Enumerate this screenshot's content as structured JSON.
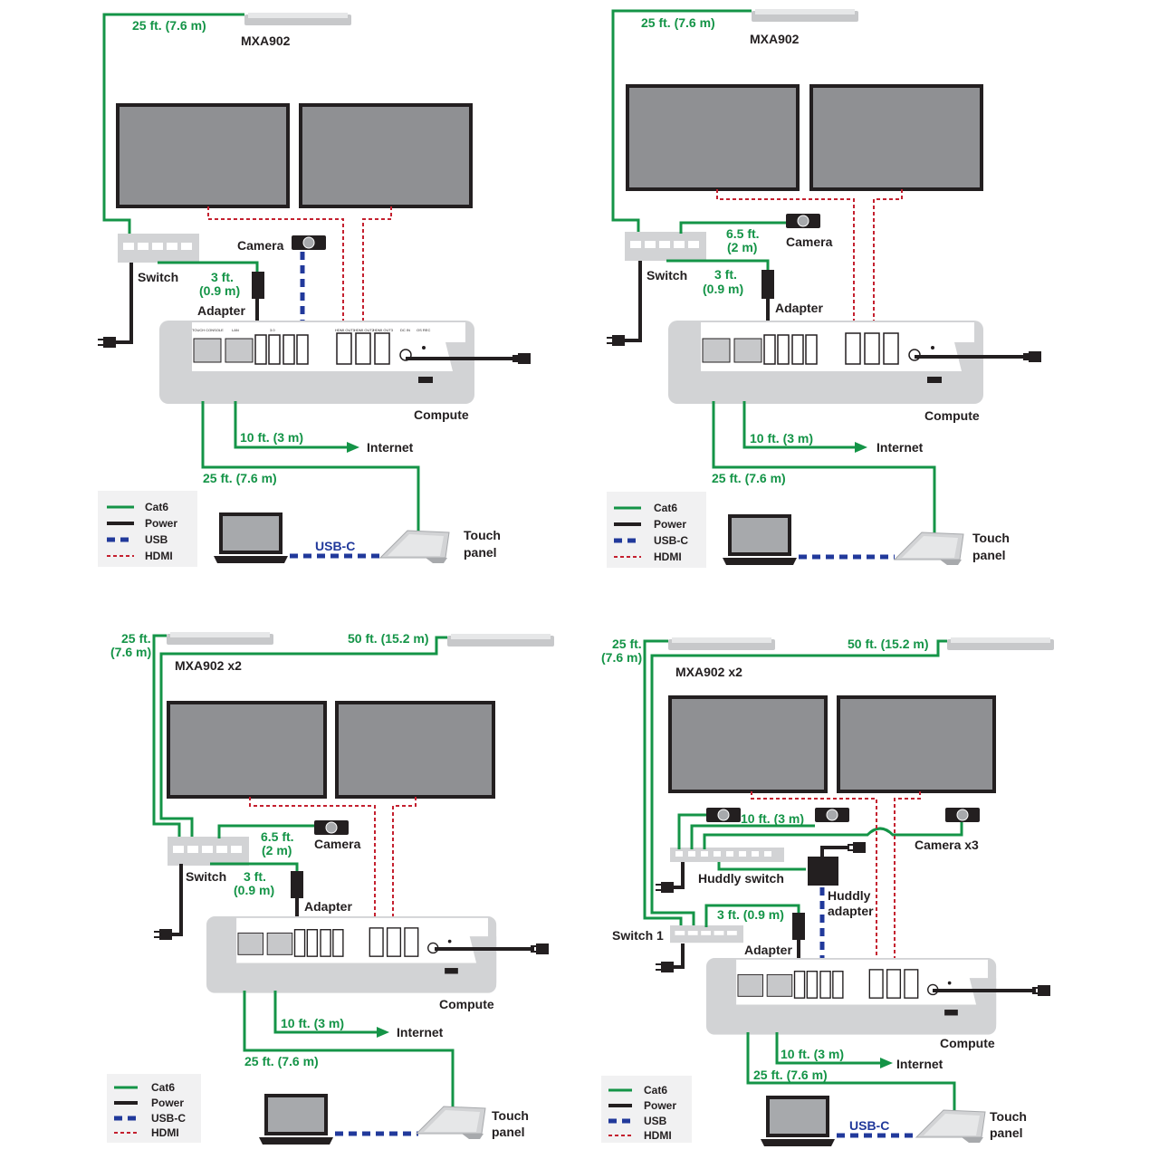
{
  "colors": {
    "cat6": "#149447",
    "power": "#231f20",
    "usb": "#21399b",
    "hdmi": "#c4202f",
    "device": "#d2d3d5",
    "screen": "#8f9093"
  },
  "icons": [
    "microphone-array",
    "display",
    "switch",
    "camera",
    "adapter",
    "compute-unit",
    "laptop",
    "touch-panel",
    "power-plug"
  ],
  "d1": {
    "mic": "MXA902",
    "mic_len": "25 ft. (7.6 m)",
    "switch": "Switch",
    "camera": "Camera",
    "adapter_len_1": "3 ft.",
    "adapter_len_2": "(0.9 m)",
    "adapter": "Adapter",
    "compute": "Compute",
    "internet_len": "10 ft. (3 m)",
    "internet": "Internet",
    "panel_len": "25 ft. (7.6 m)",
    "usbc": "USB-C",
    "touch_1": "Touch",
    "touch_2": "panel",
    "legend": [
      "Cat6",
      "Power",
      "USB",
      "HDMI"
    ]
  },
  "d2": {
    "mic": "MXA902",
    "mic_len": "25 ft. (7.6 m)",
    "switch": "Switch",
    "camera": "Camera",
    "camera_len_1": "6.5 ft.",
    "camera_len_2": "(2 m)",
    "adapter_len_1": "3 ft.",
    "adapter_len_2": "(0.9 m)",
    "adapter": "Adapter",
    "compute": "Compute",
    "internet_len": "10 ft. (3 m)",
    "internet": "Internet",
    "panel_len": "25 ft. (7.6 m)",
    "touch_1": "Touch",
    "touch_2": "panel",
    "legend": [
      "Cat6",
      "Power",
      "USB-C",
      "HDMI"
    ]
  },
  "d3": {
    "mic": "MXA902 x2",
    "mic_len_a1": "25 ft.",
    "mic_len_a2": "(7.6 m)",
    "mic_len_b": "50 ft. (15.2 m)",
    "switch": "Switch",
    "camera": "Camera",
    "camera_len_1": "6.5 ft.",
    "camera_len_2": "(2 m)",
    "adapter_len_1": "3 ft.",
    "adapter_len_2": "(0.9 m)",
    "adapter": "Adapter",
    "compute": "Compute",
    "internet_len": "10 ft. (3 m)",
    "internet": "Internet",
    "panel_len": "25 ft. (7.6 m)",
    "touch_1": "Touch",
    "touch_2": "panel",
    "legend": [
      "Cat6",
      "Power",
      "USB-C",
      "HDMI"
    ]
  },
  "d4": {
    "mic": "MXA902 x2",
    "mic_len_a1": "25 ft.",
    "mic_len_a2": "(7.6 m)",
    "mic_len_b": "50 ft. (15.2 m)",
    "camera_len": "10 ft. (3 m)",
    "camera": "Camera x3",
    "huddly_switch": "Huddly switch",
    "huddly_adapter_1": "Huddly",
    "huddly_adapter_2": "adapter",
    "switch": "Switch 1",
    "adapter_len": "3 ft. (0.9 m)",
    "adapter": "Adapter",
    "compute": "Compute",
    "internet_len": "10 ft. (3 m)",
    "internet": "Internet",
    "panel_len": "25 ft. (7.6 m)",
    "usbc": "USB-C",
    "touch_1": "Touch",
    "touch_2": "panel",
    "legend": [
      "Cat6",
      "Power",
      "USB",
      "HDMI"
    ]
  },
  "compute_panel": {
    "port_touch": "TOUCH CONSOLE",
    "port_lan": "LAN",
    "port_usb": "3.0",
    "port_hdmi1": "HDMI OUT1",
    "port_hdmi2": "HDMI OUT2",
    "port_hdmi3": "HDMI OUT3",
    "port_dc": "DC IN",
    "port_os": "OS REC"
  }
}
